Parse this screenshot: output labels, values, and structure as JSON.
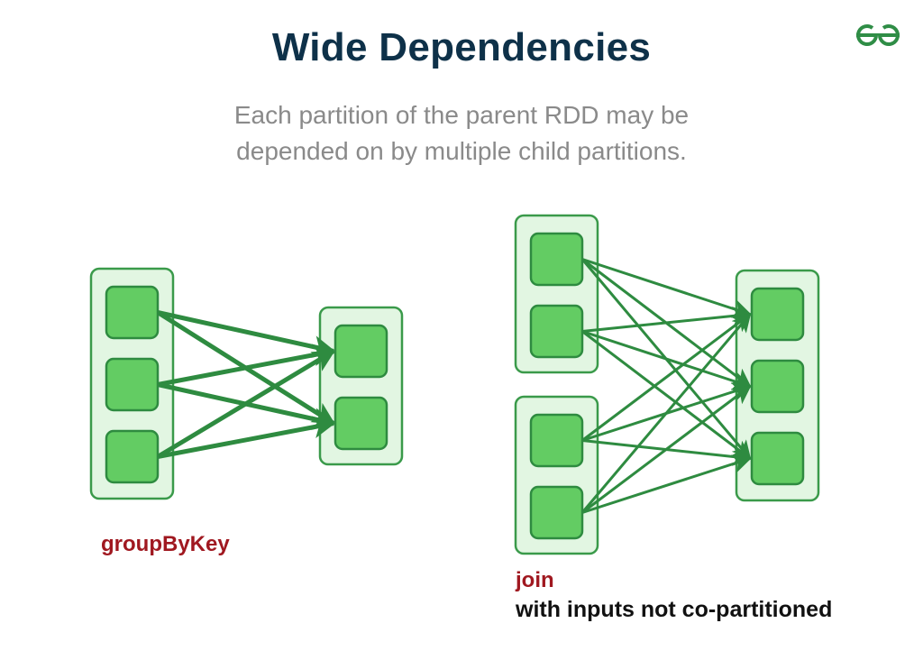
{
  "header": {
    "title": "Wide Dependencies",
    "subtitle_line1": "Each partition of the parent RDD may be",
    "subtitle_line2": "depended on by multiple child partitions.",
    "logo_icon": "geeksforgeeks-logo-icon"
  },
  "colors": {
    "title": "#0e3149",
    "subtitle": "#8a8a8a",
    "rdd_fill": "#e2f6e2",
    "rdd_stroke": "#3a9a4a",
    "partition_fill": "#63cc63",
    "partition_stroke": "#2e8b40",
    "edge": "#2e8b40",
    "operation_label": "#a01820",
    "logo": "#2f8d46"
  },
  "diagrams": [
    {
      "id": "groupByKey",
      "operation_label": "groupByKey",
      "note": "",
      "rdds": [
        {
          "id": "g-parent",
          "role": "parent",
          "partitions": [
            "g-p1",
            "g-p2",
            "g-p3"
          ]
        },
        {
          "id": "g-child",
          "role": "child",
          "partitions": [
            "g-c1",
            "g-c2"
          ]
        }
      ],
      "edges": [
        [
          "g-p1",
          "g-c1"
        ],
        [
          "g-p1",
          "g-c2"
        ],
        [
          "g-p2",
          "g-c1"
        ],
        [
          "g-p2",
          "g-c2"
        ],
        [
          "g-p3",
          "g-c1"
        ],
        [
          "g-p3",
          "g-c2"
        ]
      ]
    },
    {
      "id": "join",
      "operation_label": "join",
      "note": "with inputs not co-partitioned",
      "rdds": [
        {
          "id": "j-parentA",
          "role": "parent",
          "partitions": [
            "j-a1",
            "j-a2"
          ]
        },
        {
          "id": "j-parentB",
          "role": "parent",
          "partitions": [
            "j-b1",
            "j-b2"
          ]
        },
        {
          "id": "j-child",
          "role": "child",
          "partitions": [
            "j-c1",
            "j-c2",
            "j-c3"
          ]
        }
      ],
      "edges": [
        [
          "j-a1",
          "j-c1"
        ],
        [
          "j-a1",
          "j-c2"
        ],
        [
          "j-a1",
          "j-c3"
        ],
        [
          "j-a2",
          "j-c1"
        ],
        [
          "j-a2",
          "j-c2"
        ],
        [
          "j-a2",
          "j-c3"
        ],
        [
          "j-b1",
          "j-c1"
        ],
        [
          "j-b1",
          "j-c2"
        ],
        [
          "j-b1",
          "j-c3"
        ],
        [
          "j-b2",
          "j-c1"
        ],
        [
          "j-b2",
          "j-c2"
        ],
        [
          "j-b2",
          "j-c3"
        ]
      ]
    }
  ]
}
